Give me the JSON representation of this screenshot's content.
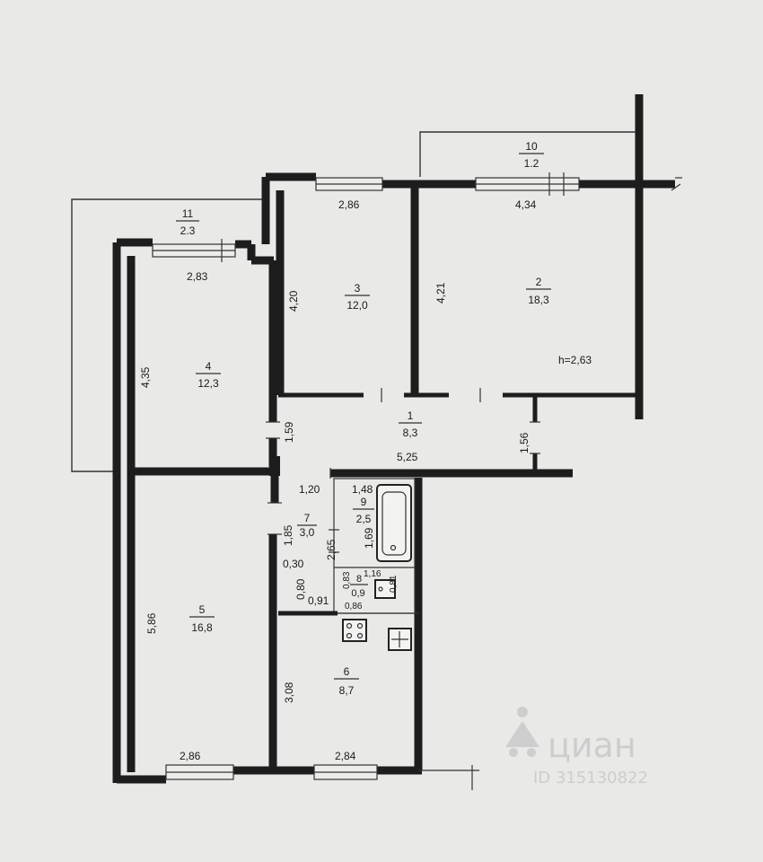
{
  "rooms": [
    {
      "num": "1",
      "area": "8,3"
    },
    {
      "num": "2",
      "area": "18,3"
    },
    {
      "num": "3",
      "area": "12,0"
    },
    {
      "num": "4",
      "area": "12,3"
    },
    {
      "num": "5",
      "area": "16,8"
    },
    {
      "num": "6",
      "area": "8,7"
    },
    {
      "num": "7",
      "area": "3,0"
    },
    {
      "num": "8",
      "area": "0,9"
    },
    {
      "num": "9",
      "area": "2,5"
    },
    {
      "num": "10",
      "area": "1.2"
    },
    {
      "num": "11",
      "area": "2.3"
    }
  ],
  "dims": {
    "r2_width": "4,34",
    "r2_depth": "4,21",
    "ceiling_height": "h=2,63",
    "r3_width": "2,86",
    "r3_depth": "4,20",
    "r4_width": "2,83",
    "r4_depth": "4,35",
    "hall_width": "5,25",
    "hall_left": "1,59",
    "hall_right": "1,56",
    "corr_width": "1,20",
    "corr_depth": "1,85",
    "bath_width": "1,48",
    "bath_depth": "1,69",
    "bath_wall": "2,65",
    "wc_width": "1,16",
    "wc_left": "0,83",
    "wc_right": "0,81",
    "wc_bottom": "0,86",
    "niche_w": "0,30",
    "niche_h": "0,80",
    "niche_d": "0,91",
    "r5_depth": "5,86",
    "r5_width": "2,86",
    "r6_depth": "3,08",
    "r6_width": "2,84"
  },
  "watermark": {
    "brand": "циан",
    "id": "ID 315130822"
  }
}
